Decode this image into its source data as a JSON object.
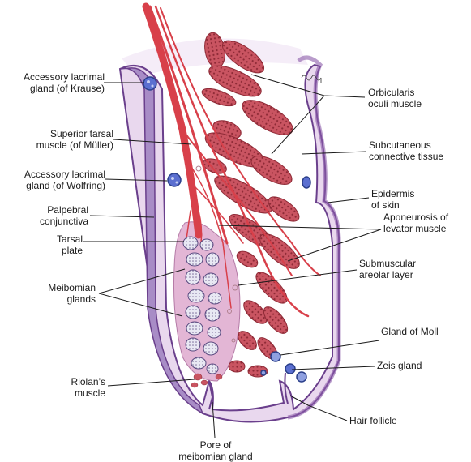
{
  "labels": {
    "krause": [
      "Accessory lacrimal",
      "gland (of Krause)"
    ],
    "muller": [
      "Superior tarsal",
      "muscle (of Müller)"
    ],
    "wolfring": [
      "Accessory lacrimal",
      "gland (of Wolfring)"
    ],
    "conjunctiva": [
      "Palpebral",
      "conjunctiva"
    ],
    "tarsal": [
      "Tarsal",
      "plate"
    ],
    "meibomian": [
      "Meibomian",
      "glands"
    ],
    "riolan": [
      "Riolan’s",
      "muscle"
    ],
    "pore": [
      "Pore of",
      "meibomian gland"
    ],
    "orbicularis": [
      "Orbicularis",
      "oculi muscle"
    ],
    "subcutaneous": [
      "Subcutaneous",
      "connective tissue"
    ],
    "epidermis": [
      "Epidermis",
      "of skin"
    ],
    "aponeurosis": [
      "Aponeurosis of",
      "levator muscle"
    ],
    "submuscular": [
      "Submuscular",
      "areolar layer"
    ],
    "moll": [
      "Gland of Moll"
    ],
    "zeis": [
      "Zeis gland"
    ],
    "hair": [
      "Hair follicle"
    ]
  },
  "colors": {
    "tissue_fill": "#e9d8ee",
    "tissue_edge": "#6a3f8c",
    "conjunctiva_band": "#a88cc6",
    "muscle": "#c95461",
    "muscle_dark": "#8e2a36",
    "levator": "#d8404a",
    "tarsal": "#e3b6d5",
    "gland": "#e8e8f3"
  }
}
